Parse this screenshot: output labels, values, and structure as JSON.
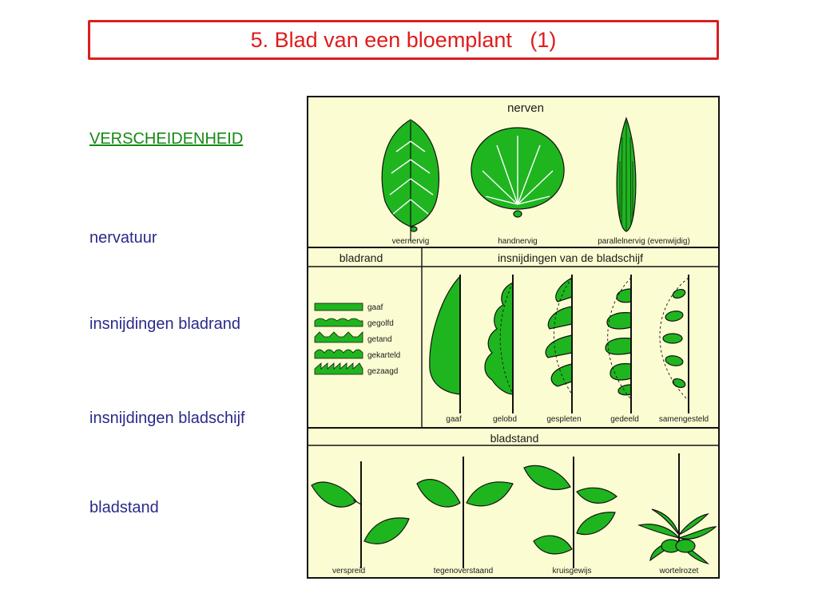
{
  "title": "5. Blad van een bloemplant   (1)",
  "heading": "VERSCHEIDENHEID",
  "labels": {
    "nervatuur": "nervatuur",
    "insnijdingen_bladrand": "insnijdingen bladrand",
    "insnijdingen_bladschijf": "insnijdingen bladschijf",
    "bladstand": "bladstand"
  },
  "diagram": {
    "nerven": {
      "header": "nerven",
      "items": [
        "veernervig",
        "handnervig",
        "parallelnervig (evenwijdig)"
      ]
    },
    "bladrand": {
      "header": "bladrand",
      "items": [
        "gaaf",
        "gegolfd",
        "getand",
        "gekarteld",
        "gezaagd"
      ]
    },
    "insnijdingen": {
      "header": "insnijdingen van de bladschijf",
      "items": [
        "gaaf",
        "gelobd",
        "gespleten",
        "gedeeld",
        "samengesteld"
      ]
    },
    "bladstand": {
      "header": "bladstand",
      "items": [
        "verspreid",
        "tegenoverstaand",
        "kruisgewijs",
        "wortelrozet"
      ]
    },
    "colors": {
      "leaf": "#1fb51f",
      "panel": "#fcfcd2",
      "title": "#e01b1b",
      "heading": "#138a13",
      "labels": "#2a2a8a"
    }
  }
}
